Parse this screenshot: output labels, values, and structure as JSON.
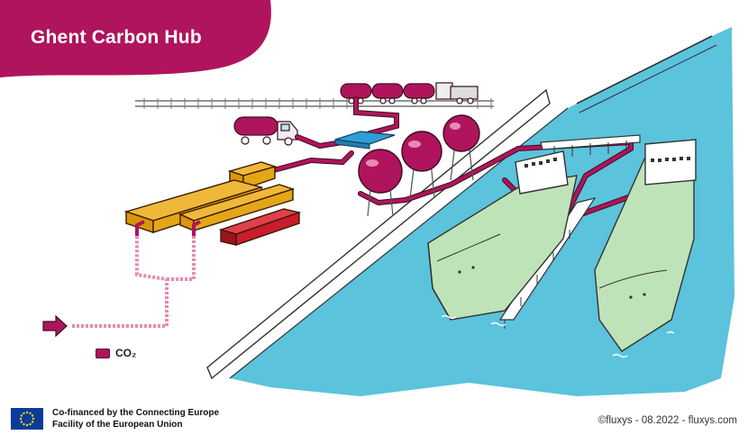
{
  "title": "Ghent Carbon Hub",
  "legend": {
    "label": "CO₂"
  },
  "footer": {
    "funding_line1": "Co-financed by the Connecting Europe",
    "funding_line2": "Facility of the European Union",
    "credit": "©fluxys - 08.2022 - fluxys.com"
  },
  "colors": {
    "brand": "#b0145c",
    "water": "#5bc3dc",
    "hull": "#bfe3b8",
    "terminal": "#e3a617",
    "tank_red": "#c91c2c",
    "pipe_inlet": "#e58bb0",
    "eu_blue": "#0b3b9a",
    "eu_star": "#ffd700"
  },
  "icons": [
    "arrow-right-icon",
    "eu-flag-icon"
  ]
}
